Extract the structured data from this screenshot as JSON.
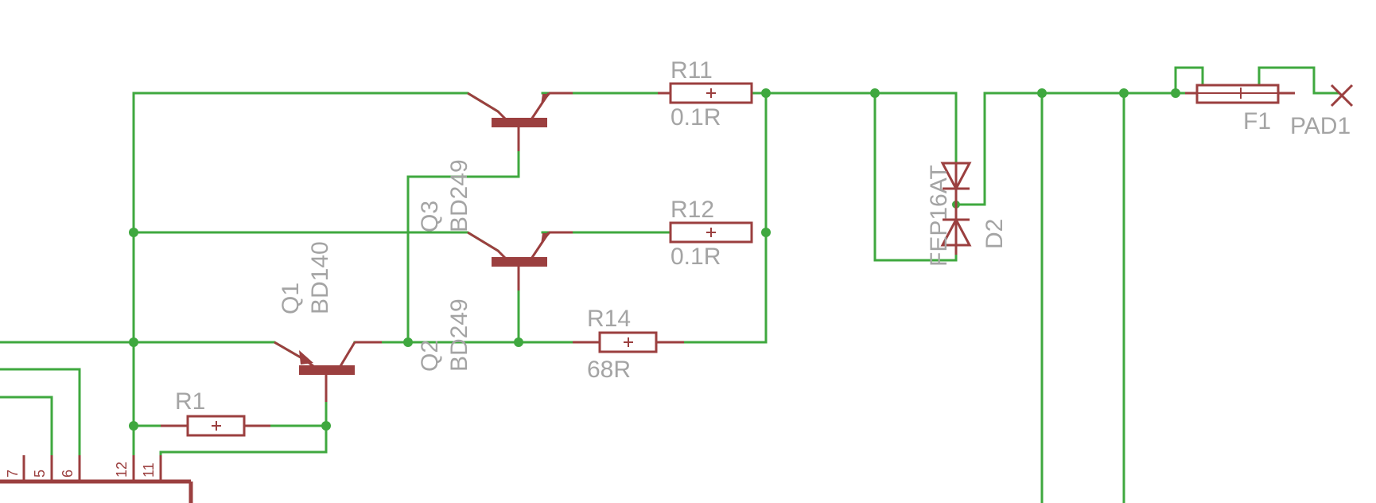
{
  "colors": {
    "wire": "#3fa83f",
    "part": "#9b3f3f",
    "label": "#a4a4a4",
    "background": "#ffffff"
  },
  "components": {
    "r11": {
      "name": "R11",
      "value": "0.1R"
    },
    "r12": {
      "name": "R12",
      "value": "0.1R"
    },
    "r14": {
      "name": "R14",
      "value": "68R"
    },
    "r1": {
      "name": "R1"
    },
    "q1": {
      "name": "Q1",
      "value": "BD140"
    },
    "q2": {
      "name": "Q2",
      "value": "BD249"
    },
    "q3": {
      "name": "Q3",
      "value": "BD249"
    },
    "d2": {
      "name": "D2",
      "value": "FEP16AT"
    },
    "f1": {
      "name": "F1"
    },
    "pad1": {
      "name": "PAD1"
    },
    "ic": {
      "pins": [
        "7",
        "5",
        "6",
        "12",
        "11"
      ]
    }
  }
}
